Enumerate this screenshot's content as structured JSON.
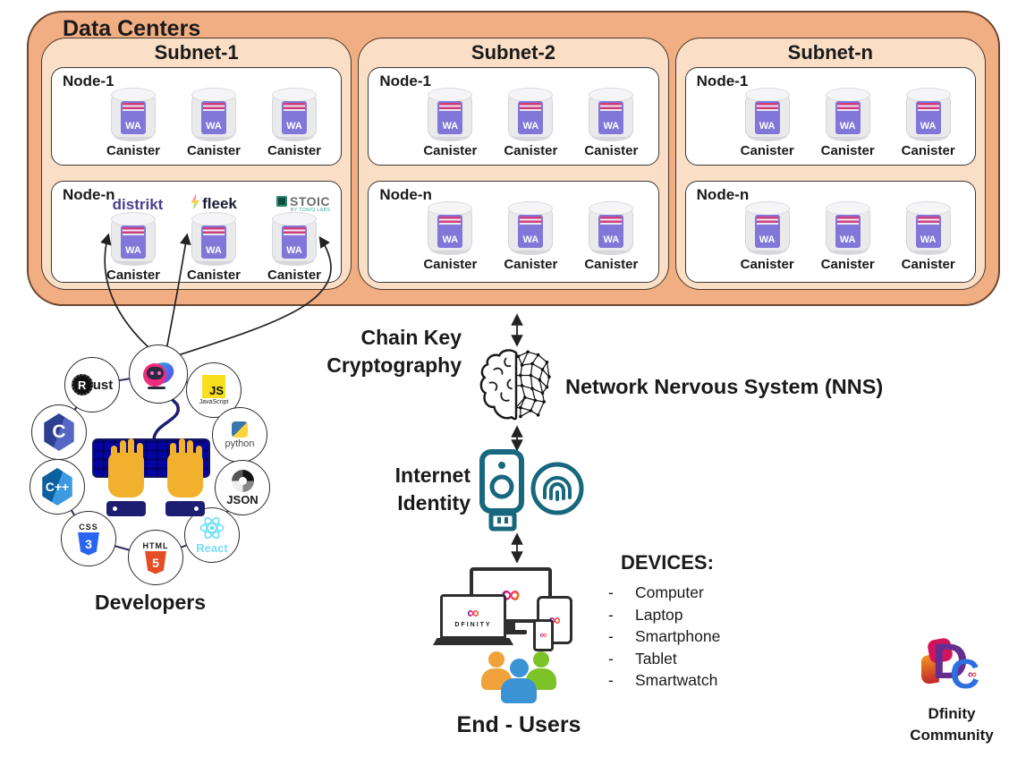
{
  "datacenter": {
    "title": "Data Centers",
    "canister_label": "Canister",
    "wa_label": "WA",
    "subnets": [
      {
        "label": "Subnet-1",
        "nodes": [
          {
            "label": "Node-1",
            "canisters": 3
          },
          {
            "label": "Node-n",
            "canisters": 3,
            "apps": [
              {
                "id": "distrikt",
                "name": "distrikt"
              },
              {
                "id": "fleek",
                "name": "fleek"
              },
              {
                "id": "stoic",
                "name": "STOIC",
                "sub": "BY TONIQ LABS"
              }
            ]
          }
        ]
      },
      {
        "label": "Subnet-2",
        "nodes": [
          {
            "label": "Node-1",
            "canisters": 3
          },
          {
            "label": "Node-n",
            "canisters": 3
          }
        ]
      },
      {
        "label": "Subnet-n",
        "nodes": [
          {
            "label": "Node-1",
            "canisters": 3
          },
          {
            "label": "Node-n",
            "canisters": 3
          }
        ]
      }
    ]
  },
  "developers": {
    "label": "Developers",
    "rust": "ust",
    "rust_r": "R",
    "js_abbr": "JS",
    "js_label": "JavaScript",
    "python_label": "python",
    "json_label": "JSON",
    "react_label": "React",
    "css_banner": "CSS",
    "css_num": "3",
    "html_banner": "HTML",
    "html_num": "5",
    "c_label": "C",
    "cpp_label": "C++"
  },
  "middle": {
    "chain_key_line1": "Chain Key",
    "chain_key_line2": "Cryptography",
    "nns": "Network Nervous System (NNS)",
    "ii_line1": "Internet",
    "ii_line2": "Identity",
    "end_users": "End - Users",
    "laptop_label": "DFINITY"
  },
  "devices_panel": {
    "title": "DEVICES:",
    "dash": "-",
    "items": [
      "Computer",
      "Laptop",
      "Smartphone",
      "Tablet",
      "Smartwatch"
    ]
  },
  "community": {
    "logo_d": "D",
    "logo_c": "C",
    "infinity": "∞",
    "line1": "Dfinity",
    "line2": "Community"
  },
  "icons": {
    "infinity": "∞"
  },
  "colors": {
    "datacenter_fill": "#f1ae82",
    "subnet_fill": "#fadec5",
    "canister_purple": "#8177d8",
    "canister_stripe": "#cf3d79",
    "identity_teal": "#17677e",
    "keyboard_navy": "#1d1d72",
    "hand_yellow": "#f2b12c",
    "infinity_gradient": [
      "#522785",
      "#ed1e79",
      "#f15a24",
      "#fbb03b"
    ]
  }
}
